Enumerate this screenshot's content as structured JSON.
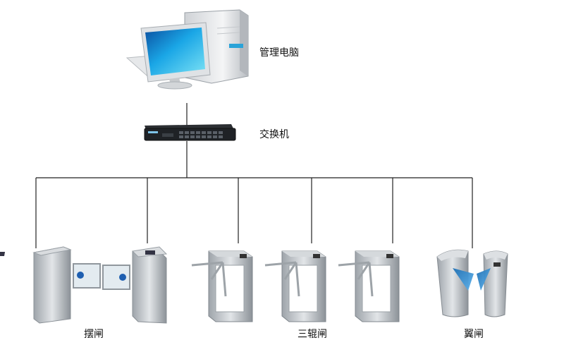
{
  "labels": {
    "computer": "管理电脑",
    "switch": "交换机",
    "swing_gate": "摆闸",
    "tripod_turnstile": "三辊闸",
    "flap_barrier": "翼闸"
  },
  "icons": {
    "computer": "desktop-computer-icon",
    "switch": "network-switch-icon",
    "swing_gate": "swing-gate-icon",
    "tripod_turnstile": "tripod-turnstile-icon",
    "flap_barrier": "flap-barrier-icon"
  },
  "colors": {
    "line": "#222222",
    "steel": "#b9bec4",
    "steel_dark": "#8a9096",
    "glass_blue": "#2a7fc0",
    "screen_cyan": "#1aa6e6"
  }
}
